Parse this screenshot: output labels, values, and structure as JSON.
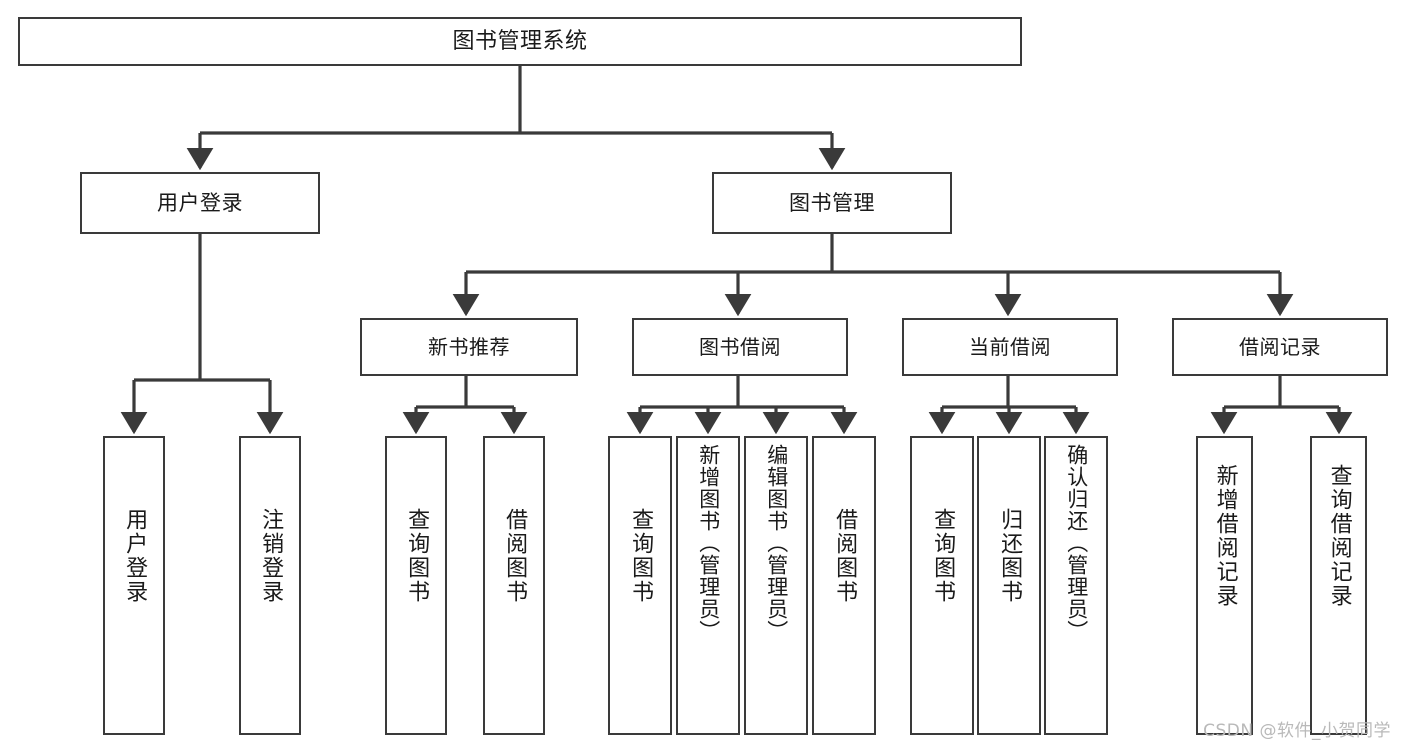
{
  "diagram": {
    "type": "tree",
    "title": "图书管理系统",
    "orientation": "top-down",
    "colors": {
      "box_border": "#3a3a3a",
      "box_fill": "#ffffff",
      "connector": "#3a3a3a",
      "text": "#1a1a1a",
      "watermark": "#b9b9b9",
      "background": "#ffffff"
    },
    "root": {
      "label": "图书管理系统"
    },
    "level1": [
      {
        "label": "用户登录"
      },
      {
        "label": "图书管理"
      }
    ],
    "level2": [
      {
        "label": "新书推荐"
      },
      {
        "label": "图书借阅"
      },
      {
        "label": "当前借阅"
      },
      {
        "label": "借阅记录"
      }
    ],
    "leaves": {
      "user_login": [
        {
          "label": "用户登录"
        },
        {
          "label": "注销登录"
        }
      ],
      "new_book_recommend": [
        {
          "label": "查询图书"
        },
        {
          "label": "借阅图书"
        }
      ],
      "book_borrow": [
        {
          "label": "查询图书"
        },
        {
          "label": "新增图书（管理员）"
        },
        {
          "label": "编辑图书（管理员）"
        },
        {
          "label": "借阅图书"
        }
      ],
      "current_borrow": [
        {
          "label": "查询图书"
        },
        {
          "label": "归还图书"
        },
        {
          "label": "确认归还（管理员）"
        }
      ],
      "borrow_records": [
        {
          "label": "新增借阅记录"
        },
        {
          "label": "查询借阅记录"
        }
      ]
    }
  },
  "watermark": {
    "text": "CSDN @软件_小贺同学"
  }
}
